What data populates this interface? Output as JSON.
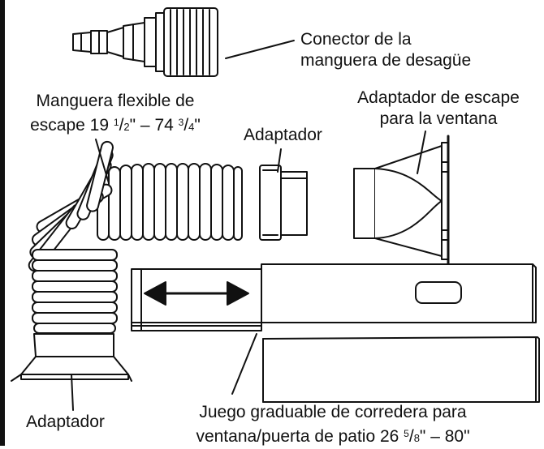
{
  "labels": {
    "drain_connector": {
      "line1": "Conector de la",
      "line2": "manguera de desagüe"
    },
    "flex_hose": {
      "line1": "Manguera flexible de",
      "line2_prefix": "escape 19 ",
      "frac1_num": "1",
      "frac1_den": "2",
      "line2_mid": "\" – 74 ",
      "frac2_num": "3",
      "frac2_den": "4",
      "line2_suffix": "\""
    },
    "adapter_middle": "Adaptador",
    "window_adapter": {
      "line1": "Adaptador de escape",
      "line2": "para la ventana"
    },
    "adapter_bottom": "Adaptador",
    "slider_kit": {
      "line1": "Juego graduable de corredera para",
      "line2_prefix": "ventana/puerta de patio 26 ",
      "frac_num": "5",
      "frac_den": "8",
      "line2_suffix": "\" – 80\""
    }
  },
  "colors": {
    "line": "#111111",
    "fill": "#ffffff"
  }
}
